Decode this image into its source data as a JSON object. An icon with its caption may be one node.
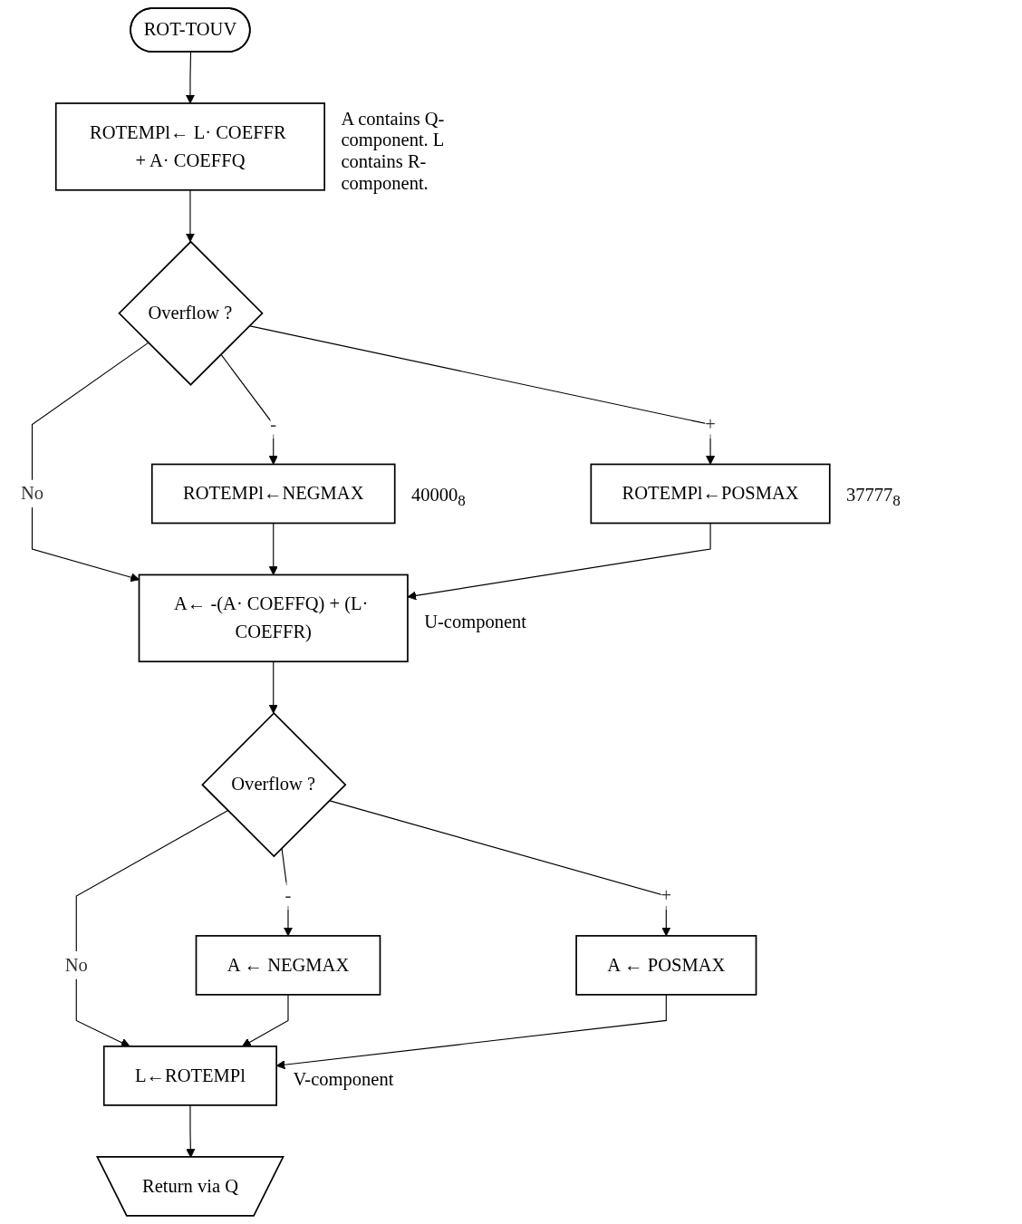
{
  "diagram": {
    "nodes": [
      {
        "text": [
          "ROT-TOUV"
        ]
      },
      {
        "text": [
          "ROTEMPl← L· COEFFR + A· COEFFQ"
        ],
        "beside": [
          "A contains Q-component. L contains R-component."
        ]
      },
      {
        "text": [
          "Overflow ?"
        ]
      },
      {
        "text": [
          "ROTEMPl←NEGMAX"
        ],
        "beside": [
          "40000$_{8}$"
        ]
      },
      {
        "text": [
          "ROTEMPl←POSMAX"
        ],
        "beside": [
          "37777$_{8}$"
        ]
      },
      {
        "text": [
          "A← -(A· COEFFQ) + (L· COEFFR)"
        ],
        "beside": [
          "U-component"
        ]
      },
      {
        "text": [
          "Overflow ?"
        ]
      },
      {
        "text": [
          "A ← NEGMAX"
        ]
      },
      {
        "text": [
          "A ← POSMAX"
        ]
      },
      {
        "text": [
          "L←ROTEMPl"
        ],
        "beside": [
          "V-component"
        ]
      },
      {
        "text": [
          "Return via Q"
        ]
      }
    ],
    "edges": [
      {
        "from": 0,
        "to": 1,
        "arrow": "to"
      },
      {
        "from": 1,
        "to": 2,
        "arrow": "to"
      },
      {
        "from": 2,
        "to": 3,
        "label": "-",
        "arrow": "to"
      },
      {
        "from": 2,
        "to": 5,
        "label": "No",
        "arrow": "to"
      },
      {
        "from": 2,
        "to": 4,
        "label": "+",
        "arrow": "to"
      },
      {
        "from": 3,
        "to": 5,
        "arrow": "to"
      },
      {
        "from": 4,
        "to": 5,
        "arrow": "to"
      },
      {
        "from": 5,
        "to": 6,
        "arrow": "to"
      },
      {
        "from": 6,
        "to": 7,
        "label": "-",
        "arrow": "to"
      },
      {
        "from": 6,
        "to": 9,
        "label": "No",
        "arrow": "to"
      },
      {
        "from": 6,
        "to": 8,
        "label": "+",
        "arrow": "to"
      },
      {
        "from": 7,
        "to": 9,
        "arrow": "to"
      },
      {
        "from": 8,
        "to": 9,
        "arrow": "to"
      },
      {
        "from": 9,
        "to": 10,
        "arrow": "to"
      }
    ]
  }
}
